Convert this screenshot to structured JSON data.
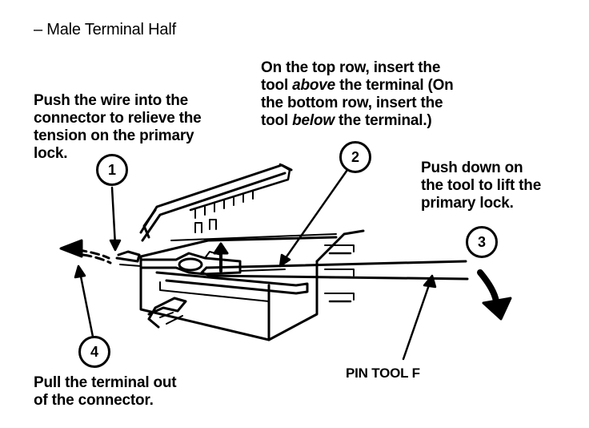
{
  "title": "– Male Terminal Half",
  "steps": {
    "step1": {
      "number": "1",
      "lines": [
        "Push the wire into the",
        "connector to relieve the",
        "tension on the primary",
        "lock."
      ]
    },
    "step2": {
      "number": "2",
      "line1": "On the top row, insert the",
      "line2_pre": "tool ",
      "line2_em": "above",
      "line2_post": " the terminal (On",
      "line3": "the bottom row, insert the",
      "line4_pre": "tool ",
      "line4_em": "below",
      "line4_post": " the terminal.)"
    },
    "step3": {
      "number": "3",
      "lines": [
        "Push down on",
        "the tool to lift the",
        "primary lock."
      ]
    },
    "step4": {
      "number": "4",
      "lines": [
        "Pull the terminal out",
        "of the connector."
      ]
    }
  },
  "tool_label": "PIN TOOL F",
  "colors": {
    "ink": "#000000",
    "paper": "#ffffff"
  }
}
